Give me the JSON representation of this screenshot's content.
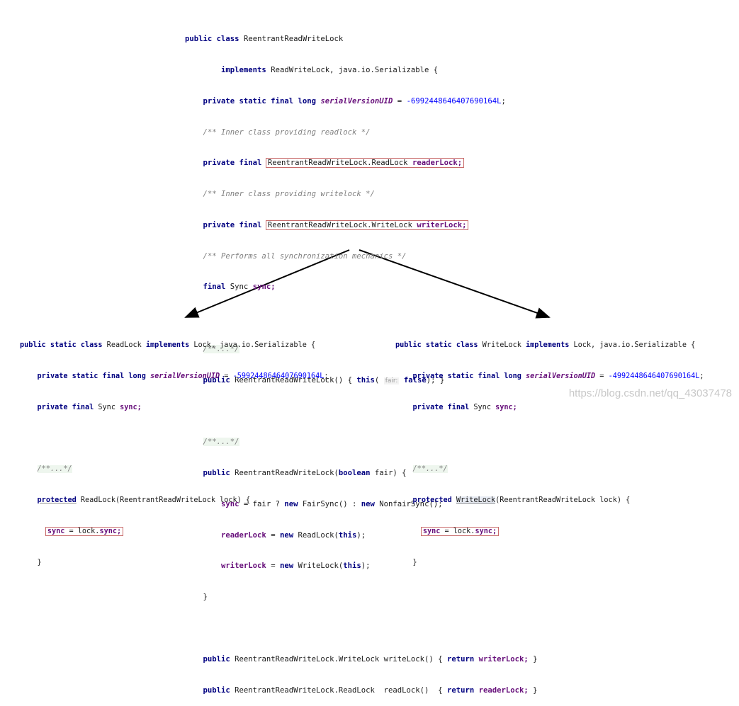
{
  "main_class": {
    "l1": [
      "public",
      "class",
      "ReentrantReadWriteLock"
    ],
    "l2": [
      "implements",
      "ReadWriteLock, java.io.Serializable {"
    ],
    "l3": [
      "private static final long",
      "serialVersionUID",
      " = ",
      "-6992448646407690164L",
      ";"
    ],
    "l4": "/** Inner class providing readlock */",
    "l5": [
      "private final",
      "ReentrantReadWriteLock.ReadLock ",
      "readerLock;"
    ],
    "l6": "/** Inner class providing writelock */",
    "l7": [
      "private final",
      "ReentrantReadWriteLock.WriteLock ",
      "writerLock;"
    ],
    "l8": "/** Performs all synchronization mechanics */",
    "l9": [
      "final",
      " Sync ",
      "sync;"
    ],
    "c1": "/**...*/",
    "ctor1": [
      "public",
      " ReentrantReadWriteLock() { ",
      "this",
      "(",
      "fair:",
      "false",
      "); }"
    ],
    "c2": "/**...*/",
    "ctor2": [
      "public",
      " ReentrantReadWriteLock(",
      "boolean",
      " fair) {"
    ],
    "ctor2_b1": [
      "sync",
      " = fair ? ",
      "new",
      " FairSync() : ",
      "new",
      " NonfairSync();"
    ],
    "ctor2_b2": [
      "readerLock",
      " = ",
      "new",
      " ReadLock(",
      "this",
      ");"
    ],
    "ctor2_b3": [
      "writerLock",
      " = ",
      "new",
      " WriteLock(",
      "this",
      ");"
    ],
    "ctor2_end": "}",
    "m1": [
      "public",
      " ReentrantReadWriteLock.WriteLock writeLock() { ",
      "return",
      " ",
      "writerLock;",
      " }"
    ],
    "m2": [
      "public",
      " ReentrantReadWriteLock.ReadLock  readLock()  { ",
      "return",
      " ",
      "readerLock;",
      " }"
    ]
  },
  "read_lock": {
    "l1": [
      "public static class",
      " ReadLock ",
      "implements",
      " Lock, java.io.Serializable {"
    ],
    "l2": [
      "private static final long",
      " ",
      "serialVersionUID",
      " = ",
      "-5992448646407690164L",
      ";"
    ],
    "l3": [
      "private final",
      " Sync ",
      "sync;"
    ],
    "c": "/**...*/",
    "l4": [
      "protected",
      " ReadLock(ReentrantReadWriteLock lock) {"
    ],
    "l5": [
      "sync",
      " = lock.",
      "sync;"
    ],
    "end": "}"
  },
  "write_lock": {
    "l1": [
      "public static class",
      " WriteLock ",
      "implements",
      " Lock, java.io.Serializable {"
    ],
    "l2": [
      "private static final long",
      " ",
      "serialVersionUID",
      " = ",
      "-4992448646407690164L",
      ";"
    ],
    "l3": [
      "private final",
      " Sync ",
      "sync;"
    ],
    "c": "/**...*/",
    "l4": [
      "protected",
      " ",
      "WriteLock",
      "(ReentrantReadWriteLock lock) {"
    ],
    "l5": [
      "sync",
      " = lock.",
      "sync;"
    ],
    "end": "}"
  },
  "watermark": "https://blog.csdn.net/qq_43037478"
}
